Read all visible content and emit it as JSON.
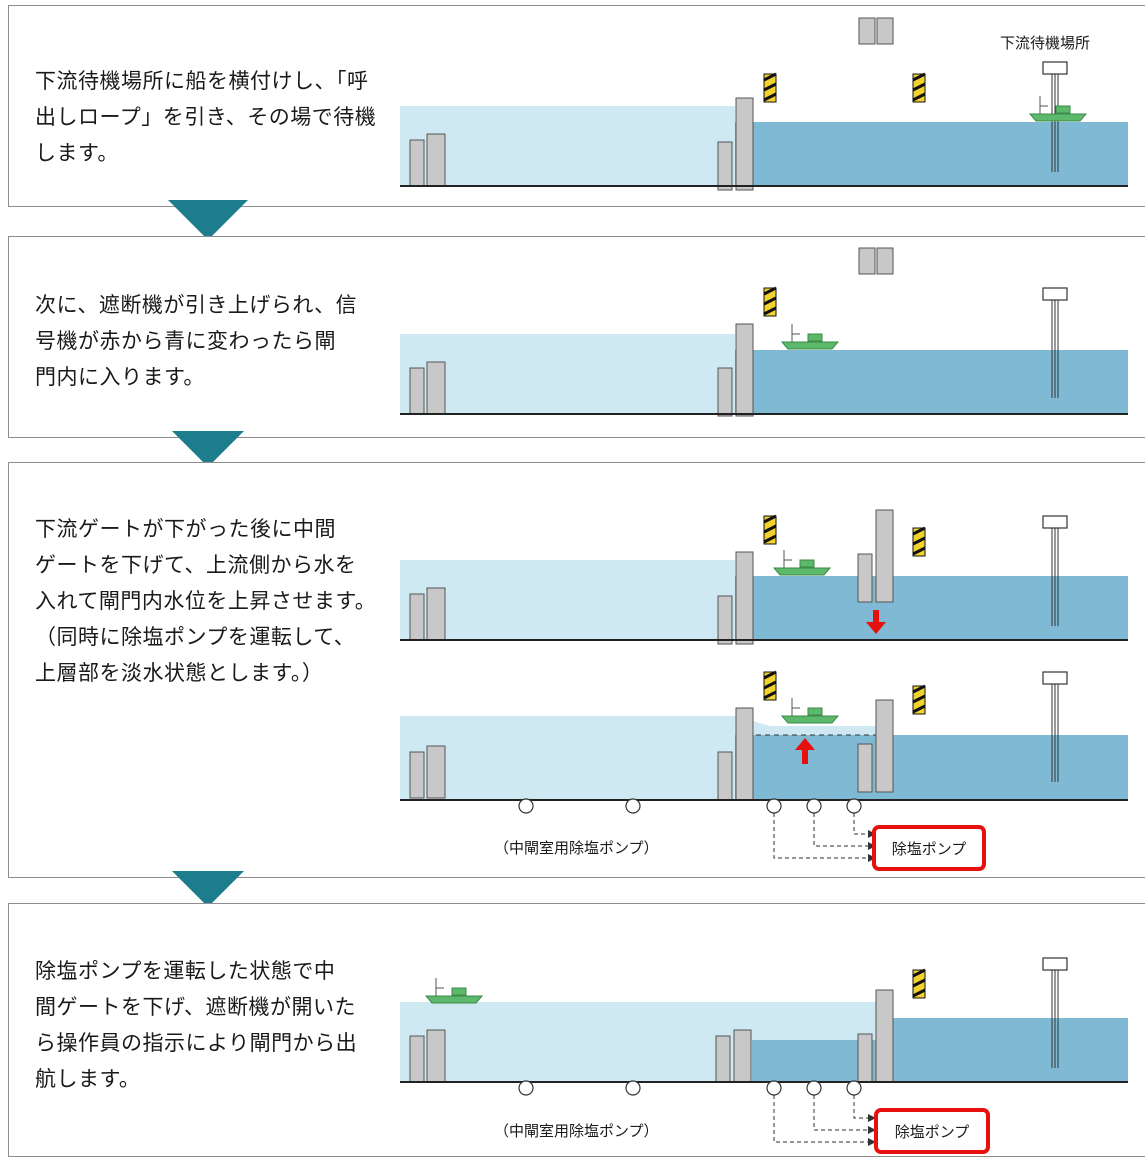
{
  "steps": [
    {
      "text": "下流待機場所に船を横付けし、「呼\n出しロープ」を引き、その場で待機\nします。"
    },
    {
      "text": "次に、遮断機が引き上げられ、信\n号機が赤から青に変わったら閘\n門内に入ります。"
    },
    {
      "text": "下流ゲートが下がった後に中間\nゲートを下げて、上流側から水を\n入れて閘門内水位を上昇させます。\n（同時に除塩ポンプを運転して、\n上層部を淡水状態とします。）"
    },
    {
      "text": "除塩ポンプを運転した状態で中\n間ゲートを下げ、遮断機が開いた\nら操作員の指示により閘門から出\n航します。"
    }
  ],
  "labels": {
    "waiting_place": "下流待機場所",
    "chamber_pump": "（中閘室用除塩ポンプ）",
    "desalt_pump": "除塩ポンプ"
  },
  "colors": {
    "light_water": "#cfe9f2",
    "dark_water": "#7fb9d4",
    "gate": "#c8c8c8",
    "boat": "#5cb86b",
    "arrow": "#1d7d8c",
    "highlight": "#e8100f"
  }
}
